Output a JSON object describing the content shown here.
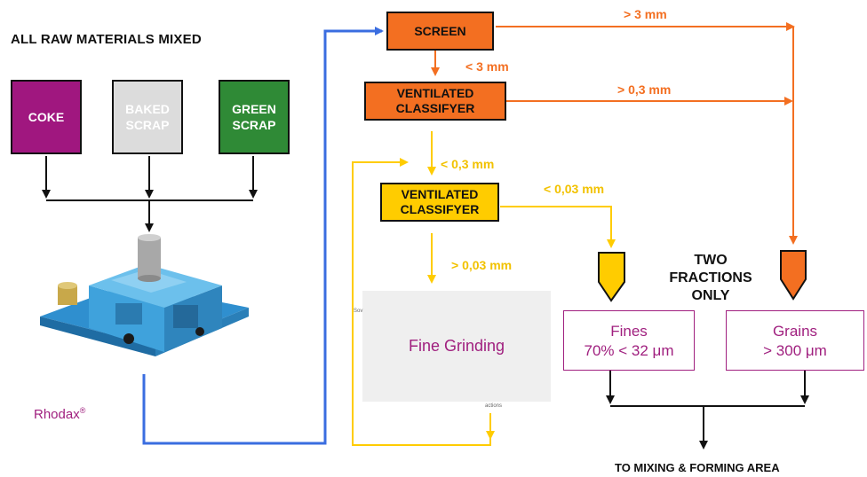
{
  "header": {
    "title": "ALL RAW MATERIALS MIXED"
  },
  "materials": [
    {
      "label": "COKE",
      "bg": "#a0177f",
      "fg": "#ffffff"
    },
    {
      "label": "BAKED\nSCRAP",
      "bg": "#dcdcdc",
      "fg": "#ffffff"
    },
    {
      "label": "GREEN\nSCRAP",
      "bg": "#2f8a36",
      "fg": "#ffffff"
    }
  ],
  "machine": {
    "name": "Rhodax",
    "mark": "®"
  },
  "screen": {
    "label": "SCREEN"
  },
  "classifier1": {
    "label": "VENTILATED\nCLASSIFYER"
  },
  "classifier2": {
    "label": "VENTILATED\nCLASSIFYER"
  },
  "labels": {
    "gt3": "> 3 mm",
    "lt3": "< 3 mm",
    "gt03": "> 0,3 mm",
    "lt03": "< 0,3 mm",
    "lt003": "< 0,03 mm",
    "gt003": "> 0,03 mm"
  },
  "fine_grinding": {
    "label": "Fine Grinding",
    "tag_left": "Sov",
    "tag_bottom": "actions"
  },
  "two_fractions": "TWO\nFRACTIONS\nONLY",
  "fines": {
    "title": "Fines",
    "detail": "70% < 32 μm"
  },
  "grains": {
    "title": "Grains",
    "detail": "> 300 μm"
  },
  "footer": "TO MIXING & FORMING AREA",
  "colors": {
    "orange": "#f36f21",
    "yellow": "#ffcc00",
    "blue": "#3a6de0",
    "magenta": "#a0207f",
    "machine_blue": "#3fa2dc"
  }
}
